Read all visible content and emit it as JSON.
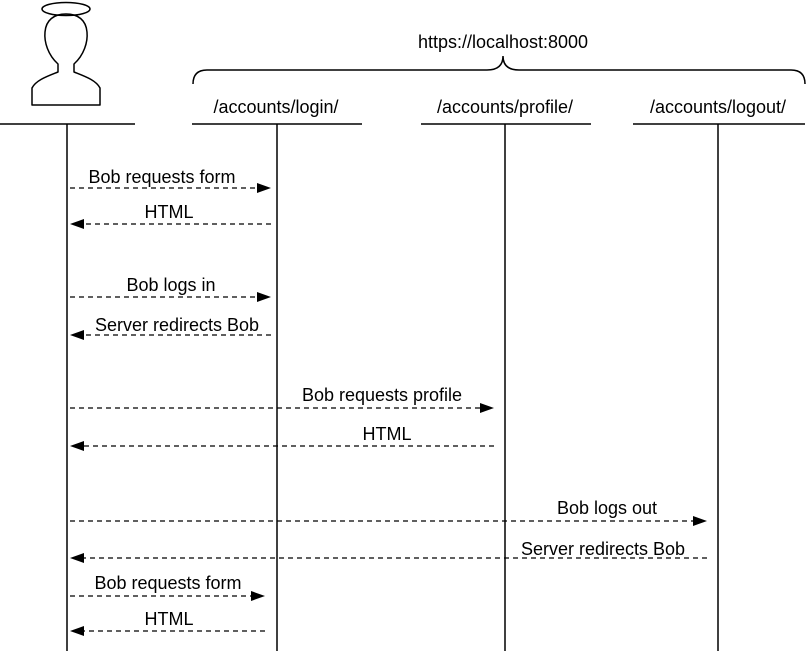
{
  "server": {
    "url": "https://localhost:8000"
  },
  "actor": {
    "icon": "user-with-halo-icon"
  },
  "endpoints": [
    {
      "label": "/accounts/login/"
    },
    {
      "label": "/accounts/profile/"
    },
    {
      "label": "/accounts/logout/"
    }
  ],
  "messages": [
    {
      "label": "Bob requests form",
      "from": "actor",
      "to": "/accounts/login/",
      "style": "dashed"
    },
    {
      "label": "HTML",
      "from": "/accounts/login/",
      "to": "actor",
      "style": "dashed"
    },
    {
      "label": "Bob logs in",
      "from": "actor",
      "to": "/accounts/login/",
      "style": "dashed"
    },
    {
      "label": "Server redirects Bob",
      "from": "/accounts/login/",
      "to": "actor",
      "style": "dashed"
    },
    {
      "label": "Bob requests profile",
      "from": "actor",
      "to": "/accounts/profile/",
      "style": "dashed"
    },
    {
      "label": "HTML",
      "from": "/accounts/profile/",
      "to": "actor",
      "style": "dashed"
    },
    {
      "label": "Bob logs out",
      "from": "actor",
      "to": "/accounts/logout/",
      "style": "dashed"
    },
    {
      "label": "Server redirects Bob",
      "from": "/accounts/logout/",
      "to": "actor",
      "style": "dashed"
    },
    {
      "label": "Bob requests form",
      "from": "actor",
      "to": "/accounts/login/",
      "style": "dashed"
    },
    {
      "label": "HTML",
      "from": "/accounts/login/",
      "to": "actor",
      "style": "dashed"
    }
  ]
}
